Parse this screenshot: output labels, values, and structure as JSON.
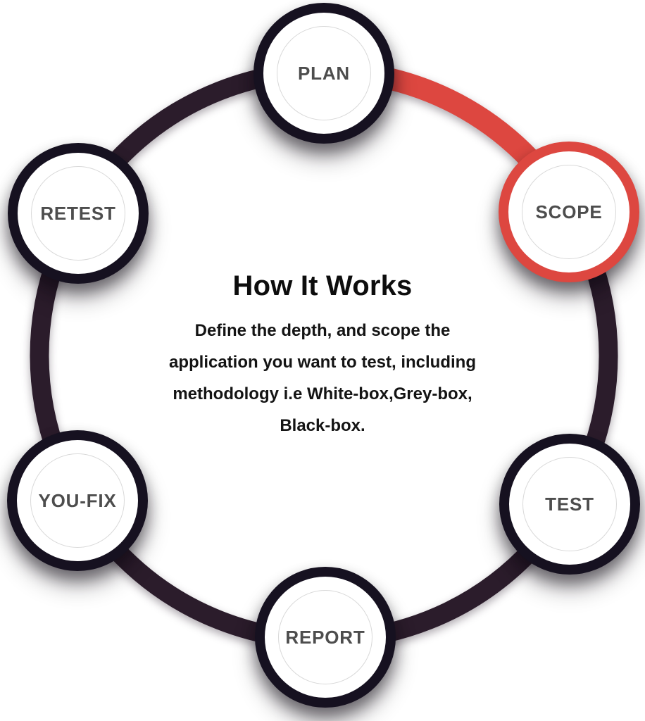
{
  "diagram": {
    "title": "How It Works",
    "description_lines": [
      "Define the depth, and scope the",
      "application you want to test, including",
      "methodology i.e White-box,Grey-box,",
      "Black-box."
    ],
    "nodes": [
      {
        "id": "plan",
        "label": "PLAN",
        "active": false
      },
      {
        "id": "scope",
        "label": "SCOPE",
        "active": true
      },
      {
        "id": "test",
        "label": "TEST",
        "active": false
      },
      {
        "id": "report",
        "label": "REPORT",
        "active": false
      },
      {
        "id": "youfix",
        "label": "YOU-FIX",
        "active": false
      },
      {
        "id": "retest",
        "label": "RETEST",
        "active": false
      }
    ],
    "colors": {
      "ring": "#2B1C2B",
      "node_border": "#161120",
      "active": "#DD4740",
      "label": "#4D4D4D",
      "heading": "#0D0D0D",
      "body": "#141414",
      "inner_ring": "#D9D9D9"
    }
  }
}
